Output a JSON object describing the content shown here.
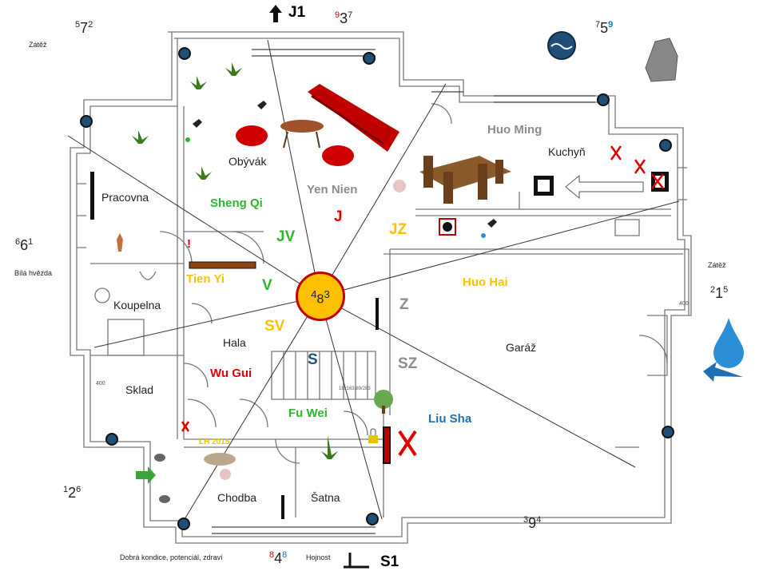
{
  "headings": {
    "north": "J1",
    "south": "S1"
  },
  "center": {
    "stars": [
      "4",
      "8",
      "3"
    ]
  },
  "rooms": {
    "pracovna": "Pracovna",
    "obyvak": "Obývák",
    "kuchyn": "Kuchyň",
    "koupelna": "Koupelna",
    "hala": "Hala",
    "sklad": "Sklad",
    "garaz": "Garáž",
    "chodba": "Chodba",
    "satna": "Šatna"
  },
  "directions": {
    "j": "J",
    "jv": "JV",
    "jz": "JZ",
    "v": "V",
    "z": "Z",
    "sv": "SV",
    "s": "S",
    "sz": "SZ"
  },
  "zones": {
    "sheng_qi": "Sheng Qi",
    "yen_nien": "Yen Nien",
    "huo_ming": "Huo Ming",
    "huo_hai": "Huo Hai",
    "tien_yi": "Tien Yi",
    "wu_gui": "Wu Gui",
    "fu_wei": "Fu Wei",
    "liu_sha": "Liu Sha"
  },
  "notes": {
    "zatez_nw": "Zátěž",
    "zatez_e": "Zátěž",
    "bila_hvezda": "Bílá hvězda",
    "dobra_kondice": "Dobrá kondice, potenciál, zdraví",
    "hojnost": "Hojnost",
    "lh": "LH 2015",
    "exclaim": "!",
    "stair_label": "18x163,89/283",
    "win_400a": "400",
    "win_400b": "400"
  },
  "stars": {
    "nw": [
      "5",
      "7",
      "2"
    ],
    "n": [
      "9",
      "3",
      "7"
    ],
    "ne": [
      "7",
      "5",
      "9"
    ],
    "w": [
      "6",
      "6",
      "1"
    ],
    "e": [
      "2",
      "1",
      "5"
    ],
    "sw": [
      "1",
      "2",
      "6"
    ],
    "se": [
      "3",
      "9",
      "4"
    ],
    "s": [
      "8",
      "4",
      "8"
    ]
  },
  "colors": {
    "green": "#2eb82e",
    "red": "#e00000",
    "orange": "#ffc000",
    "gray": "#8c8c8c",
    "blue_dark": "#1f4e79",
    "blue": "#1f6fb5",
    "yellow": "#e8c500",
    "compass_fill": "#ffc000",
    "compass_border": "#c00000"
  },
  "icons": [
    "up-arrow-icon",
    "down-arrow-icon",
    "water-icon",
    "rock-icon",
    "waterdrop-icon",
    "arrow-right-icon",
    "tree-icon",
    "lock-icon",
    "sofa-icon",
    "armchair-icon",
    "table-icon",
    "plant-icon",
    "cross-icon",
    "bagua-icon",
    "brush-icon"
  ]
}
